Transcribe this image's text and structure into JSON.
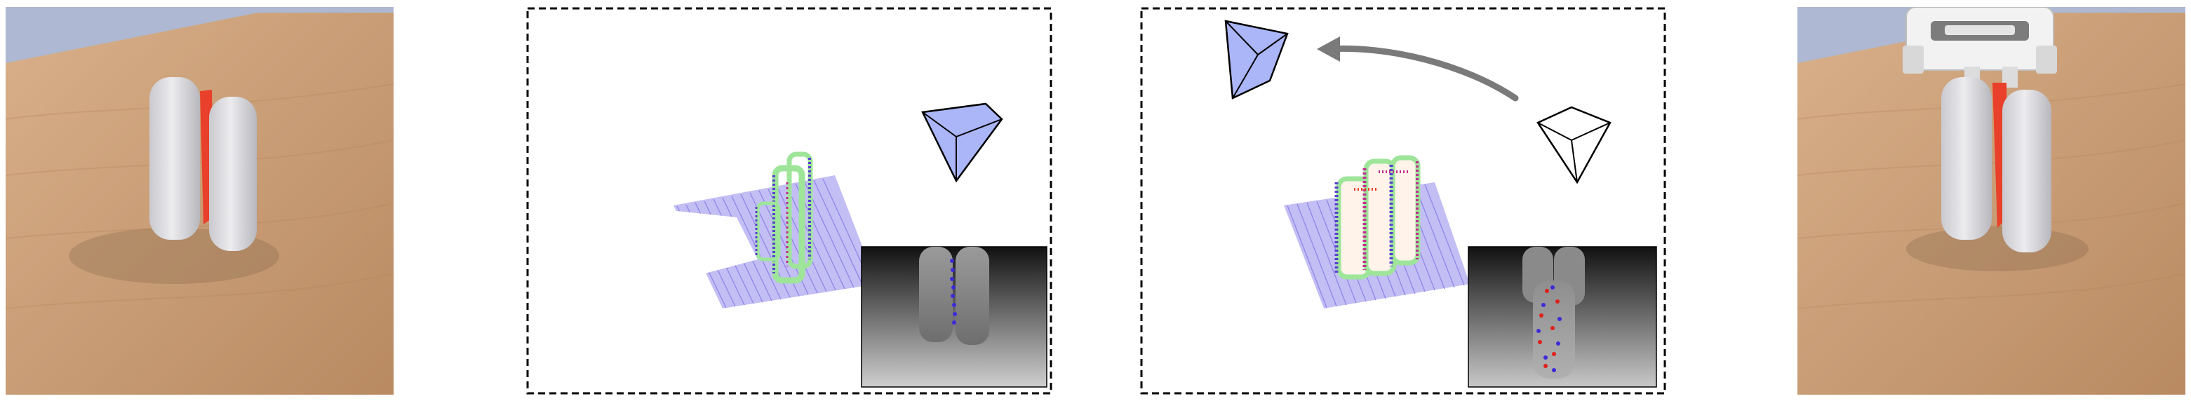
{
  "figure": {
    "panels": [
      {
        "id": "initial-scene",
        "description_key": "photo-left"
      },
      {
        "id": "pointcloud-view-1",
        "description_key": "dashed-left"
      },
      {
        "id": "pointcloud-view-2",
        "description_key": "dashed-right"
      },
      {
        "id": "grasp-result",
        "description_key": "photo-right"
      }
    ],
    "colors": {
      "sky": "#aeb8d2",
      "table": "#c9a07a",
      "cylinder": "#d9d9dc",
      "red_object": "#e8402a",
      "camera_fill": "#aab6f7",
      "plane": "#8f86e8",
      "points_green": "#9ee59a",
      "points_purple": "#5a3fd0",
      "points_magenta": "#c0308f",
      "depth_dark": "#1a1a1a",
      "arrow": "#7a7a7a",
      "gripper": "#f2f2f2"
    }
  }
}
